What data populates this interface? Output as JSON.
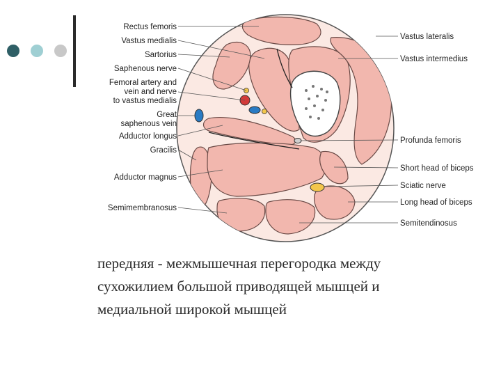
{
  "slide": {
    "bullet_colors": [
      "#2f5f66",
      "#9fcfd3",
      "#c8c8c8"
    ],
    "accent_bar_color": "#2a2a2a"
  },
  "diagram": {
    "labels_left": {
      "rectus_femoris": "Rectus femoris",
      "vastus_medialis": "Vastus medialis",
      "sartorius": "Sartorius",
      "saphenous_nerve": "Saphenous nerve",
      "femoral_line1": "Femoral artery and",
      "femoral_line2": "vein and nerve",
      "femoral_line3": "to vastus medialis",
      "great_saph_line1": "Great",
      "great_saph_line2": "saphenous vein",
      "adductor_longus": "Adductor longus",
      "gracilis": "Gracilis",
      "adductor_magnus": "Adductor magnus",
      "semimembranosus": "Semimembranosus"
    },
    "labels_right": {
      "vastus_lateralis": "Vastus lateralis",
      "vastus_intermedius": "Vastus intermedius",
      "profunda_femoris": "Profunda femoris",
      "short_head_biceps": "Short head of biceps",
      "sciatic_nerve": "Sciatic nerve",
      "long_head_biceps": "Long head of biceps",
      "semitendinosus": "Semitendinosus"
    },
    "colors": {
      "muscle_fill": "#f2b7ae",
      "muscle_stroke": "#6a4a46",
      "fascia_fill": "#fbe9e3",
      "bone_fill": "#ffffff",
      "artery": "#d33a3a",
      "vein": "#2a7bc4",
      "nerve": "#f3c64b"
    }
  },
  "caption": {
    "line1": "передняя - межмышечная перегородка между",
    "line2": "сухожилием большой приводящей мышцей и",
    "line3": "медиальной широкой мышцей"
  }
}
